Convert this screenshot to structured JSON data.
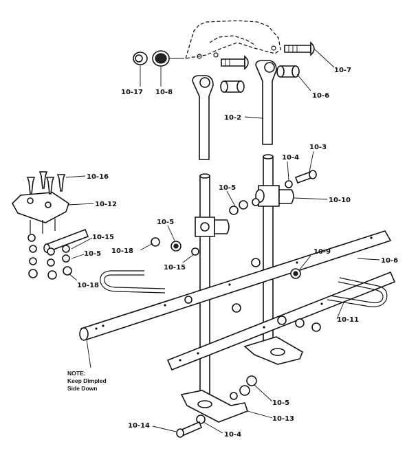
{
  "labels": {
    "l10_7": "10-7",
    "l10_17": "10-17",
    "l10_8": "10-8",
    "l10_6a": "10-6",
    "l10_2": "10-2",
    "l10_3": "10-3",
    "l10_4a": "10-4",
    "l10_16": "10-16",
    "l10_5a": "10-5",
    "l10_10": "10-10",
    "l10_12": "10-12",
    "l10_5b": "10-5",
    "l10_15a": "10-15",
    "l10_5c": "10-5",
    "l10_18a": "10-18",
    "l10_15b": "10-15",
    "l10_9": "10-9",
    "l10_6b": "10-6",
    "l10_18b": "10-18",
    "l10_11": "10-11",
    "l10_5d": "10-5",
    "l10_13": "10-13",
    "l10_14": "10-14",
    "l10_4b": "10-4"
  },
  "note": {
    "line1": "NOTE:",
    "line2": "Keep Dimpled",
    "line3": "Side Down"
  }
}
